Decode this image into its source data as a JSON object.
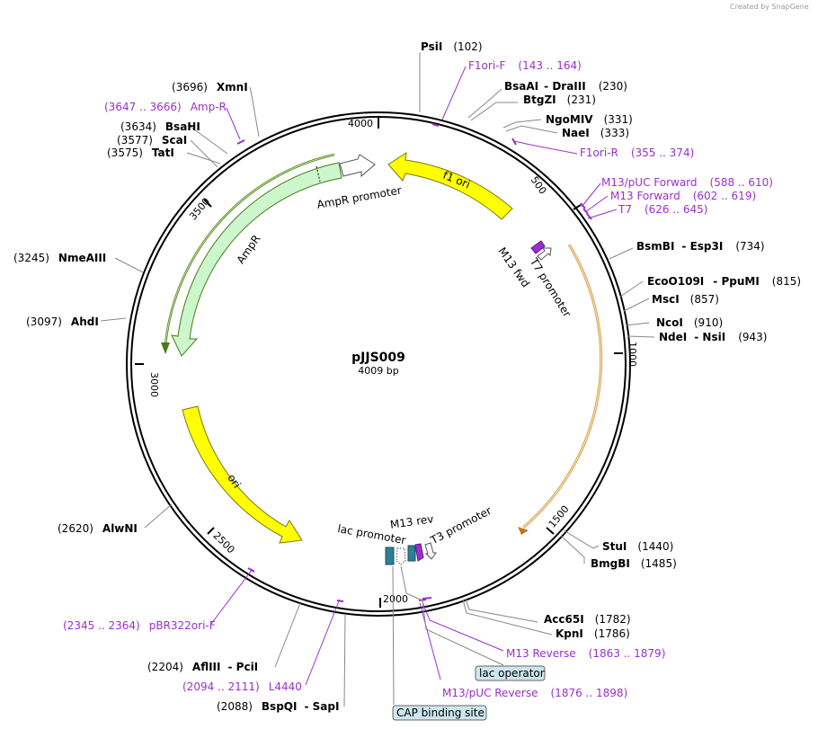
{
  "credit": "Created by SnapGene",
  "plasmid": {
    "name": "pJJS009",
    "length": "4009 bp"
  },
  "ticks": [
    {
      "label": "500"
    },
    {
      "label": "1000"
    },
    {
      "label": "1500"
    },
    {
      "label": "2000"
    },
    {
      "label": "2500"
    },
    {
      "label": "3000"
    },
    {
      "label": "3500"
    },
    {
      "label": "4000"
    }
  ],
  "features": {
    "f1ori": "f1 ori",
    "ampr_promoter": "AmpR promoter",
    "ampr": "AmpR",
    "ori": "ori",
    "m13fwd": "M13 fwd",
    "t7promoter": "T7 promoter",
    "lac_promoter": "lac promoter",
    "m13rev": "M13 rev",
    "t3promoter": "T3 promoter",
    "lac_operator": "lac operator",
    "cap_site": "CAP binding site"
  },
  "enzymes": [
    {
      "name": "PsiI",
      "pos": "(102)"
    },
    {
      "name": "BsaAI",
      "extra": "DraIII",
      "pos": "(230)"
    },
    {
      "name": "BtgZI",
      "pos": "(231)"
    },
    {
      "name": "NgoMIV",
      "pos": "(331)"
    },
    {
      "name": "NaeI",
      "pos": "(333)"
    },
    {
      "name": "BsmBI",
      "extra": "Esp3I",
      "pos": "(734)"
    },
    {
      "name": "EcoO109I",
      "extra": "PpuMI",
      "pos": "(815)"
    },
    {
      "name": "MscI",
      "pos": "(857)"
    },
    {
      "name": "NcoI",
      "pos": "(910)"
    },
    {
      "name": "NdeI",
      "extra": "NsiI",
      "pos": "(943)"
    },
    {
      "name": "StuI",
      "pos": "(1440)"
    },
    {
      "name": "BmgBI",
      "pos": "(1485)"
    },
    {
      "name": "Acc65I",
      "pos": "(1782)"
    },
    {
      "name": "KpnI",
      "pos": "(1786)"
    },
    {
      "name": "BspQI",
      "extra": "SapI",
      "pos": "(2088)"
    },
    {
      "name": "AflIII",
      "extra": "PciI",
      "pos": "(2204)"
    },
    {
      "name": "AlwNI",
      "pos": "(2620)"
    },
    {
      "name": "AhdI",
      "pos": "(3097)"
    },
    {
      "name": "NmeAIII",
      "pos": "(3245)"
    },
    {
      "name": "TatI",
      "pos": "(3575)"
    },
    {
      "name": "ScaI",
      "pos": "(3577)"
    },
    {
      "name": "BsaHI",
      "pos": "(3634)"
    },
    {
      "name": "XmnI",
      "pos": "(3696)"
    }
  ],
  "primers": [
    {
      "name": "F1ori-F",
      "pos": "(143 .. 164)"
    },
    {
      "name": "F1ori-R",
      "pos": "(355 .. 374)"
    },
    {
      "name": "M13/pUC Forward",
      "pos": "(588 .. 610)"
    },
    {
      "name": "M13 Forward",
      "pos": "(602 .. 619)"
    },
    {
      "name": "T7",
      "pos": "(626 .. 645)"
    },
    {
      "name": "M13 Reverse",
      "pos": "(1863 .. 1879)"
    },
    {
      "name": "M13/pUC Reverse",
      "pos": "(1876 .. 1898)"
    },
    {
      "name": "L4440",
      "pos": "(2094 .. 2111)"
    },
    {
      "name": "pBR322ori-F",
      "pos": "(2345 .. 2364)"
    },
    {
      "name": "Amp-R",
      "pos": "(3647 .. 3666)"
    }
  ],
  "colors": {
    "primer": "#9b2fce",
    "f1ori": "#ffff00",
    "ori": "#ffff00",
    "ampr": "#ccf7cc",
    "ampr_promoter": "#ffffff",
    "orf_green": "#4a7a1a",
    "orf_orange": "#d9a050",
    "lac_box": "#cde6ee",
    "promoter_teal": "#2e7f94"
  }
}
